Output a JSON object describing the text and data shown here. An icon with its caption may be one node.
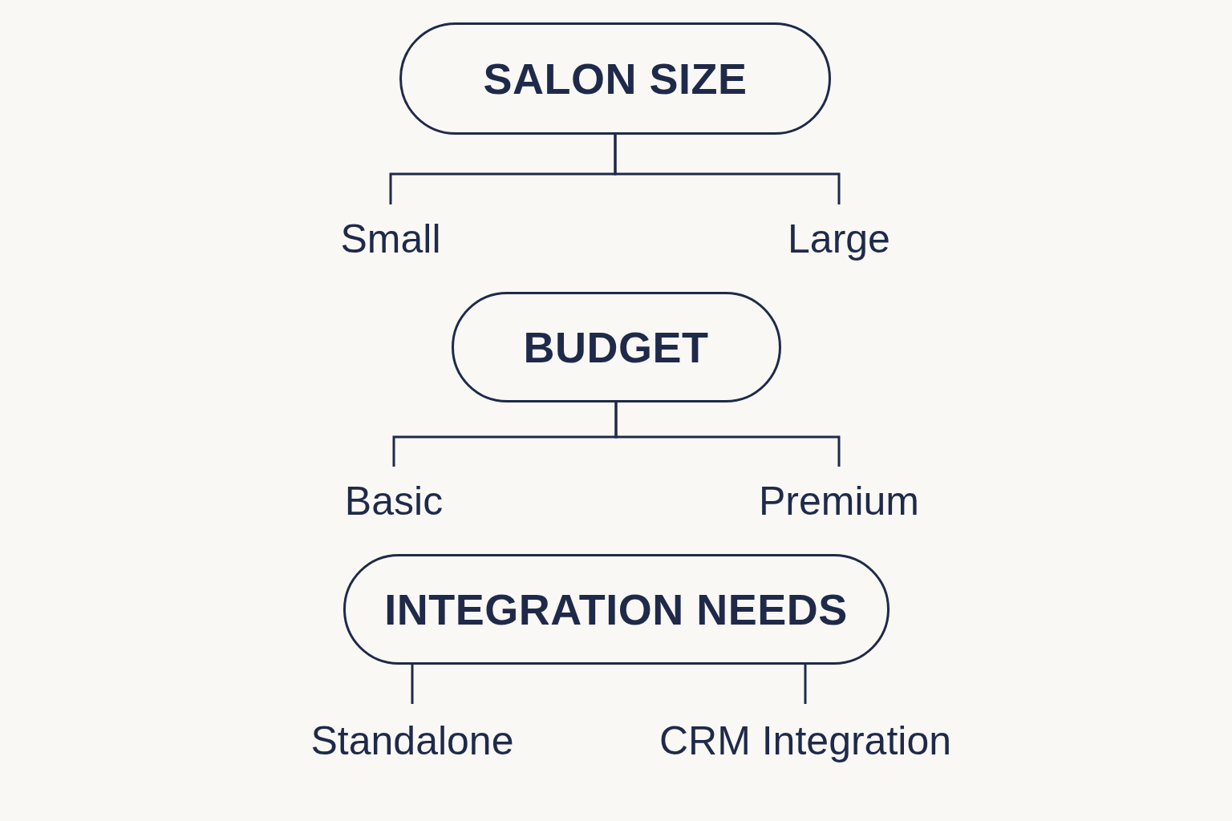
{
  "diagram": {
    "nodes": [
      {
        "text": [
          "SALON SIZE"
        ]
      },
      {
        "text": [
          "Small"
        ]
      },
      {
        "text": [
          "Large"
        ]
      },
      {
        "text": [
          "BUDGET"
        ]
      },
      {
        "text": [
          "Basic"
        ]
      },
      {
        "text": [
          "Premium"
        ]
      },
      {
        "text": [
          "INTEGRATION NEEDS"
        ]
      },
      {
        "text": [
          "Standalone"
        ]
      },
      {
        "text": [
          "CRM Integration"
        ]
      }
    ],
    "edges": [
      {
        "from": 0,
        "to": 1,
        "arrow": "none"
      },
      {
        "from": 0,
        "to": 2,
        "arrow": "none"
      },
      {
        "from": 3,
        "to": 4,
        "arrow": "none"
      },
      {
        "from": 3,
        "to": 5,
        "arrow": "none"
      },
      {
        "from": 6,
        "to": 7,
        "arrow": "none"
      },
      {
        "from": 6,
        "to": 8,
        "arrow": "none"
      }
    ]
  }
}
